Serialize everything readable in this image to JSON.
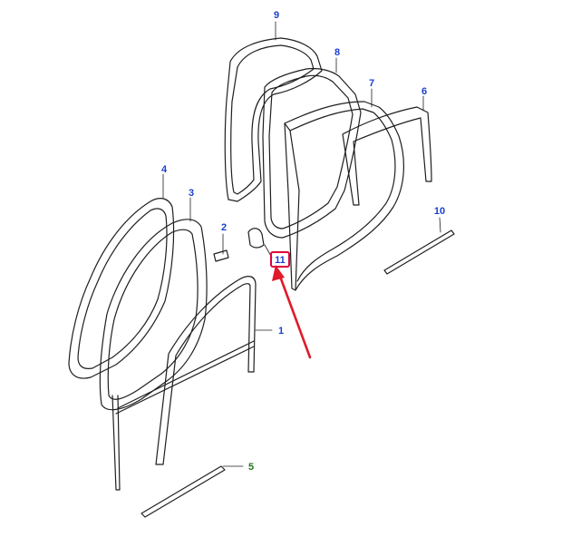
{
  "diagram": {
    "callouts": [
      {
        "id": "1",
        "text": "1"
      },
      {
        "id": "2",
        "text": "2"
      },
      {
        "id": "3",
        "text": "3"
      },
      {
        "id": "4",
        "text": "4"
      },
      {
        "id": "5",
        "text": "5"
      },
      {
        "id": "6",
        "text": "6"
      },
      {
        "id": "7",
        "text": "7"
      },
      {
        "id": "8",
        "text": "8"
      },
      {
        "id": "9",
        "text": "9"
      },
      {
        "id": "10",
        "text": "10"
      },
      {
        "id": "11",
        "text": "11"
      }
    ],
    "highlighted_callout": "11",
    "colors": {
      "line": "#1f1f1f",
      "callout_blue": "#1a3fcf",
      "callout_green": "#1e7a1e",
      "highlight": "#e0003a",
      "arrow": "#e01a2a"
    }
  }
}
